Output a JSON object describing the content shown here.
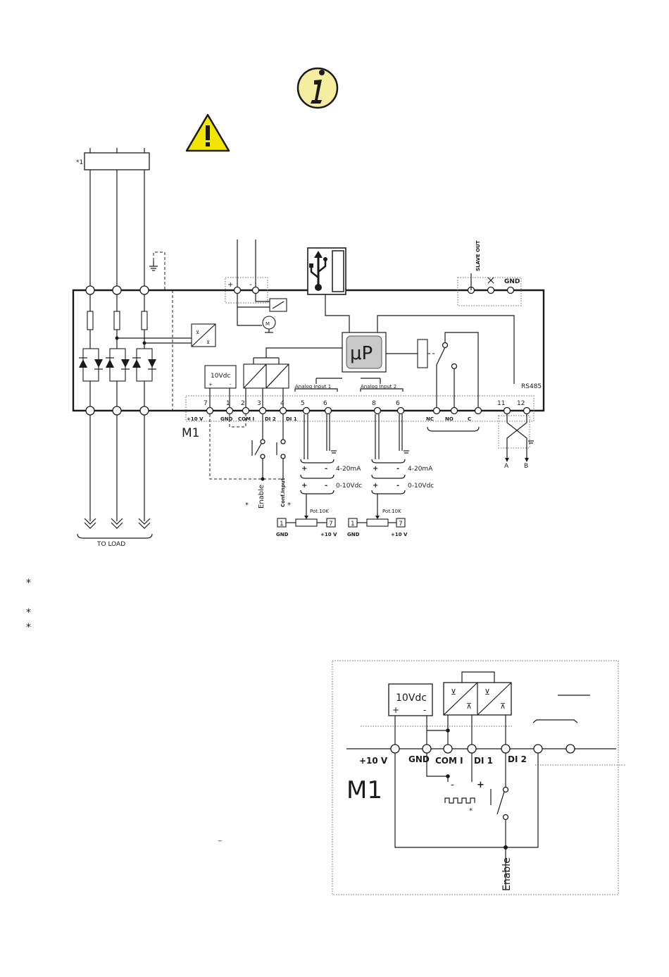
{
  "top_schematic": {
    "label_star1": "*1",
    "module_label": "M1",
    "power_plus": "+",
    "power_minus": "-",
    "slave_out": "SLAVE OUT",
    "gnd_top": "GND",
    "up_label": "μP",
    "vdc_label": "10Vdc",
    "vdc_plus": "+",
    "vdc_minus": "-",
    "analog_input_1": "Analog Input 1",
    "analog_input_2": "Analog Input 2",
    "rs485": "RS485",
    "terminal_numbers": [
      "7",
      "1",
      "2",
      "3",
      "4",
      "5",
      "6",
      "8",
      "6",
      "11",
      "12"
    ],
    "terminal_names": [
      "+10 V",
      "GND",
      "COM I",
      "DI 2",
      "DI 1",
      "NC",
      "NO",
      "C"
    ],
    "enable": "Enable",
    "conf_input": "Conf.Input",
    "star": "*",
    "range_4_20": "4-20mA",
    "range_0_10": "0-10Vdc",
    "plus": "+",
    "minus": "-",
    "pot": "Pot.10K",
    "pot_pin_1": "1",
    "pot_pin_7": "7",
    "pot_gnd": "GND",
    "pot_10v": "+10 V",
    "rs_a": "A",
    "rs_b": "B",
    "to_load": "TO LOAD"
  },
  "footnotes": [
    "*",
    "*",
    "*"
  ],
  "detail_schematic": {
    "vdc_label": "10Vdc",
    "vdc_plus": "+",
    "vdc_minus": "-",
    "terminal_names": [
      "+10 V",
      "GND",
      "COM I",
      "DI 1",
      "DI 2"
    ],
    "module_label": "M1",
    "pulse_minus": "-",
    "pulse_plus": "+",
    "star": "*",
    "enable": "Enable",
    "dash_mark": "_"
  },
  "icons": [
    "info-icon",
    "warning-icon",
    "usb-icon",
    "motor-icon",
    "ground-icon"
  ],
  "colors": {
    "info_fill": "#f5eda0",
    "warning_fill": "#f2e600",
    "up_fill": "#c8c8c8"
  }
}
